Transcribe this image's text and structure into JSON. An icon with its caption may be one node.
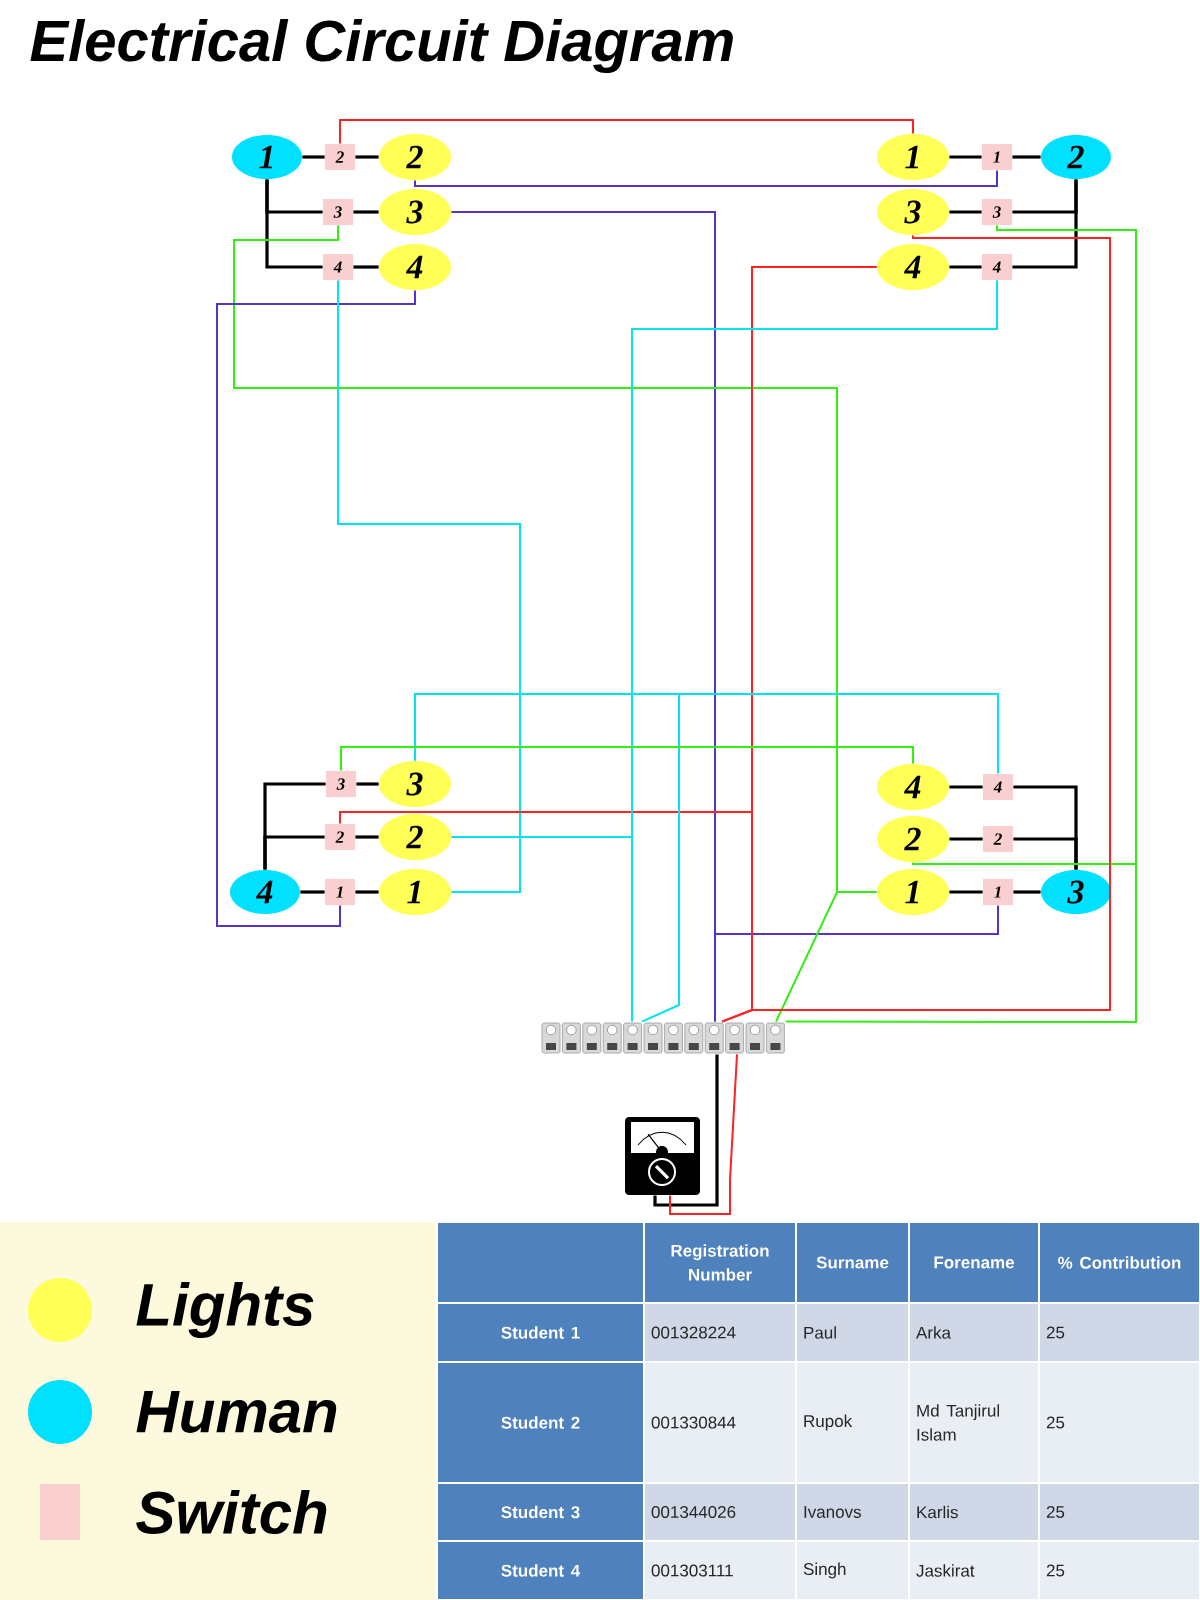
{
  "diagram": {
    "title": "Electrical Circuit Diagram",
    "nodes": [
      {
        "text": [
          "1"
        ]
      },
      {
        "text": [
          "2"
        ]
      },
      {
        "text": [
          "2"
        ]
      },
      {
        "text": [
          "3"
        ]
      },
      {
        "text": [
          "3"
        ]
      },
      {
        "text": [
          "4"
        ]
      },
      {
        "text": [
          "4"
        ]
      },
      {
        "text": [
          "1"
        ]
      },
      {
        "text": [
          "1"
        ]
      },
      {
        "text": [
          "2"
        ]
      },
      {
        "text": [
          "3"
        ]
      },
      {
        "text": [
          "3"
        ]
      },
      {
        "text": [
          "4"
        ]
      },
      {
        "text": [
          "4"
        ]
      },
      {
        "text": [
          "3"
        ]
      },
      {
        "text": [
          "3"
        ]
      },
      {
        "text": [
          "2"
        ]
      },
      {
        "text": [
          "2"
        ]
      },
      {
        "text": [
          "4"
        ]
      },
      {
        "text": [
          "1"
        ]
      },
      {
        "text": [
          "1"
        ]
      },
      {
        "text": [
          "4"
        ]
      },
      {
        "text": [
          "4"
        ]
      },
      {
        "text": [
          "2"
        ]
      },
      {
        "text": [
          "2"
        ]
      },
      {
        "text": [
          "1"
        ]
      },
      {
        "text": [
          "1"
        ]
      },
      {
        "text": [
          "3"
        ]
      },
      {
        "text": [],
        "shape": "picture"
      },
      {
        "text": [],
        "shape": "picture"
      }
    ],
    "edges": [
      {
        "from": 0,
        "to": 1,
        "arrow": "none"
      },
      {
        "from": 1,
        "to": 2,
        "arrow": "none"
      },
      {
        "from": 0,
        "to": 3,
        "arrow": "none"
      },
      {
        "from": 3,
        "to": 4,
        "arrow": "none"
      },
      {
        "from": 0,
        "to": 5,
        "arrow": "none"
      },
      {
        "from": 5,
        "to": 6,
        "arrow": "none"
      },
      {
        "from": 7,
        "to": 8,
        "arrow": "none"
      },
      {
        "from": 8,
        "to": 9,
        "arrow": "none"
      },
      {
        "from": 9,
        "to": 11,
        "arrow": "none"
      },
      {
        "from": 11,
        "to": 10,
        "arrow": "none"
      },
      {
        "from": 9,
        "to": 13,
        "arrow": "none"
      },
      {
        "from": 13,
        "to": 12,
        "arrow": "none"
      },
      {
        "from": 18,
        "to": 14,
        "arrow": "none"
      },
      {
        "from": 14,
        "to": 15,
        "arrow": "none"
      },
      {
        "from": 18,
        "to": 16,
        "arrow": "none"
      },
      {
        "from": 16,
        "to": 17,
        "arrow": "none"
      },
      {
        "from": 18,
        "to": 19,
        "arrow": "none"
      },
      {
        "from": 19,
        "to": 20,
        "arrow": "none"
      },
      {
        "from": 27,
        "to": 22,
        "arrow": "none"
      },
      {
        "from": 22,
        "to": 21,
        "arrow": "none"
      },
      {
        "from": 27,
        "to": 24,
        "arrow": "none"
      },
      {
        "from": 24,
        "to": 23,
        "arrow": "none"
      },
      {
        "from": 27,
        "to": 26,
        "arrow": "none"
      },
      {
        "from": 26,
        "to": 25,
        "arrow": "none"
      },
      {
        "from": 1,
        "to": 7,
        "arrow": "none",
        "color": "#ff2222"
      },
      {
        "from": 2,
        "to": 8,
        "arrow": "none",
        "color": "#5533cc"
      },
      {
        "from": 4,
        "to": 28,
        "arrow": "none",
        "color": "#5533cc"
      },
      {
        "from": 26,
        "to": 28,
        "arrow": "none",
        "color": "#5533cc"
      },
      {
        "from": 3,
        "to": 25,
        "arrow": "none",
        "color": "#33ee11"
      },
      {
        "from": 25,
        "to": 28,
        "arrow": "none",
        "color": "#33ee11"
      },
      {
        "from": 6,
        "to": 19,
        "arrow": "none",
        "color": "#5533cc"
      },
      {
        "from": 5,
        "to": 20,
        "arrow": "none",
        "color": "#00e5ee"
      },
      {
        "from": 11,
        "to": 23,
        "arrow": "none",
        "color": "#33ee11"
      },
      {
        "from": 11,
        "to": 28,
        "arrow": "none",
        "color": "#33ee11"
      },
      {
        "from": 10,
        "to": 28,
        "arrow": "none",
        "color": "#ff2222"
      },
      {
        "from": 12,
        "to": 16,
        "arrow": "none",
        "color": "#ff2222"
      },
      {
        "from": 12,
        "to": 28,
        "arrow": "none",
        "color": "#ff2222"
      },
      {
        "from": 13,
        "to": 17,
        "arrow": "none",
        "color": "#00e5ee"
      },
      {
        "from": 13,
        "to": 28,
        "arrow": "none",
        "color": "#00e5ee"
      },
      {
        "from": 15,
        "to": 22,
        "arrow": "none",
        "color": "#00e5ee"
      },
      {
        "from": 15,
        "to": 28,
        "arrow": "none",
        "color": "#00e5ee"
      },
      {
        "from": 14,
        "to": 21,
        "arrow": "none",
        "color": "#33ee11"
      },
      {
        "from": 28,
        "to": 29,
        "arrow": "none"
      },
      {
        "from": 28,
        "to": 29,
        "arrow": "none",
        "color": "#ff2222"
      }
    ],
    "labels": [
      "Registration Number",
      "Surname",
      "Forename",
      "% Contribution",
      "Student 1",
      "001328224",
      "Paul",
      "Arka",
      "25",
      "Student 2",
      "001330844",
      "Rupok",
      "Md Tanjirul Islam",
      "25",
      "Student 3",
      "001344026",
      "Ivanovs",
      "Karlis",
      "25",
      "Student 4",
      "001303111",
      "Singh",
      "Jaskirat",
      "25"
    ],
    "legend": [
      {
        "text": "Lights",
        "color": "#ffff55"
      },
      {
        "text": "Human",
        "color": "#00e1ff"
      },
      {
        "text": "Switch",
        "color": "#f9cfcf"
      }
    ]
  }
}
